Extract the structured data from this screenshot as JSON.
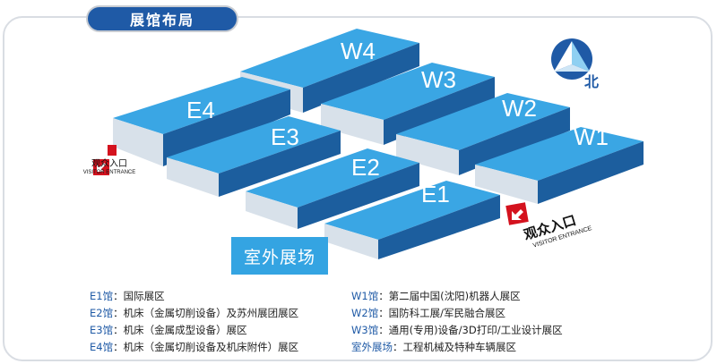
{
  "title": "展馆布局",
  "halls": {
    "W4": "W4",
    "W3": "W3",
    "W2": "W2",
    "W1": "W1",
    "E4": "E4",
    "E3": "E3",
    "E2": "E2",
    "E1": "E1"
  },
  "outdoor_label": "室外展场",
  "compass_label": "北",
  "entrances": [
    {
      "cn": "观众入口",
      "en": "VISITOR ENTRANCE"
    },
    {
      "cn": "观众入口",
      "en": "VISITOR ENTRANCE"
    }
  ],
  "legend_left": [
    {
      "key": "E1馆",
      "desc": "：国际展区"
    },
    {
      "key": "E2馆",
      "desc": "：机床（金属切削设备）及苏州展团展区"
    },
    {
      "key": "E3馆",
      "desc": "：机床（金属成型设备）展区"
    },
    {
      "key": "E4馆",
      "desc": "：机床（金属切削设备及机床附件）展区"
    }
  ],
  "legend_right": [
    {
      "key": "W1馆",
      "desc": "：第二届中国(沈阳)机器人展区"
    },
    {
      "key": "W2馆",
      "desc": "：国防科工展/军民融合展区"
    },
    {
      "key": "W3馆",
      "desc": "：通用(专用)设备/3D打印/工业设计展区"
    },
    {
      "key": "室外展场",
      "desc": "：工程机械及特种车辆展区"
    }
  ],
  "colors": {
    "roof": "#3aa6e4",
    "wall_front": "#d8e1ea",
    "wall_side": "#1c5e9e",
    "title_bg": "#1f5aa6",
    "accent_red": "#d4121e",
    "legend_key": "#1f5aa6"
  }
}
